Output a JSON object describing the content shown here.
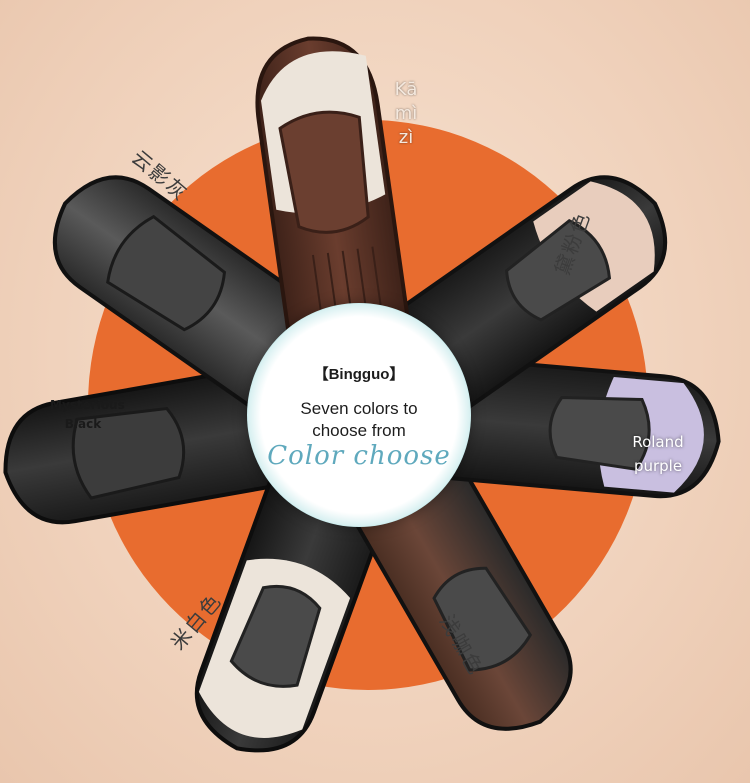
{
  "center": {
    "brand": "【Bingguo】",
    "line1": "Seven colors to",
    "line2": "choose from",
    "script": "Color choose"
  },
  "labels": {
    "kamzi": [
      "Kā",
      "mì",
      "zì"
    ],
    "cloud_grey": "云影灰",
    "powder": "黛粉色",
    "mysterious_black": [
      "Mysterious",
      "Black"
    ],
    "roland_purple": [
      "Roland",
      "purple"
    ],
    "rice_white": "米白色",
    "coffee": "浅咖色"
  },
  "colors": {
    "background": "#f2d6c0",
    "disc": "#e86c2f",
    "teal_ring": "#1ea3aa",
    "seat_brown": "#5b3428",
    "seat_cream": "#ece4da",
    "seat_black": "#2a2a2a",
    "seat_grey": "#4a4a4a",
    "seat_purple": "#c9bfe0",
    "seat_pink": "#e8cdbd"
  }
}
